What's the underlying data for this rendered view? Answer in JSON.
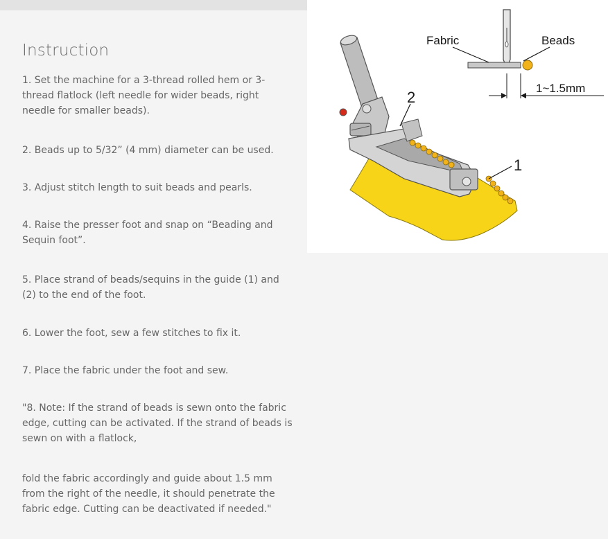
{
  "instruction": {
    "heading": "Instruction",
    "steps": [
      "1. Set the machine for a 3-thread rolled hem or 3-thread flatlock (left needle for wider beads, right needle for smaller beads).",
      "2. Beads up to 5/32” (4 mm) diameter can be used.",
      "3. Adjust stitch length to suit beads and pearls.",
      "4. Raise the presser foot and snap on “Beading and Sequin foot”.",
      "5. Place strand of beads/sequins in the guide (1) and (2) to the end of the foot.",
      "6. Lower the foot, sew a few stitches to fix it.",
      "7. Place the fabric under the foot and sew.",
      "\"8. Note: If the strand of beads is sewn onto the fabric edge, cutting can be activated. If the strand of beads is sewn on with a flatlock,",
      "fold the fabric accordingly and guide about 1.5 mm from the right of the needle, it should penetrate the fabric edge. Cutting can be deactivated if needed.\""
    ]
  },
  "illustration": {
    "label_fabric": "Fabric",
    "label_beads": "Beads",
    "label_measure": "1~1.5mm",
    "callout_1": "1",
    "callout_2": "2",
    "fabric_color": "#f7d417",
    "bead_color": "#f2b21a"
  }
}
